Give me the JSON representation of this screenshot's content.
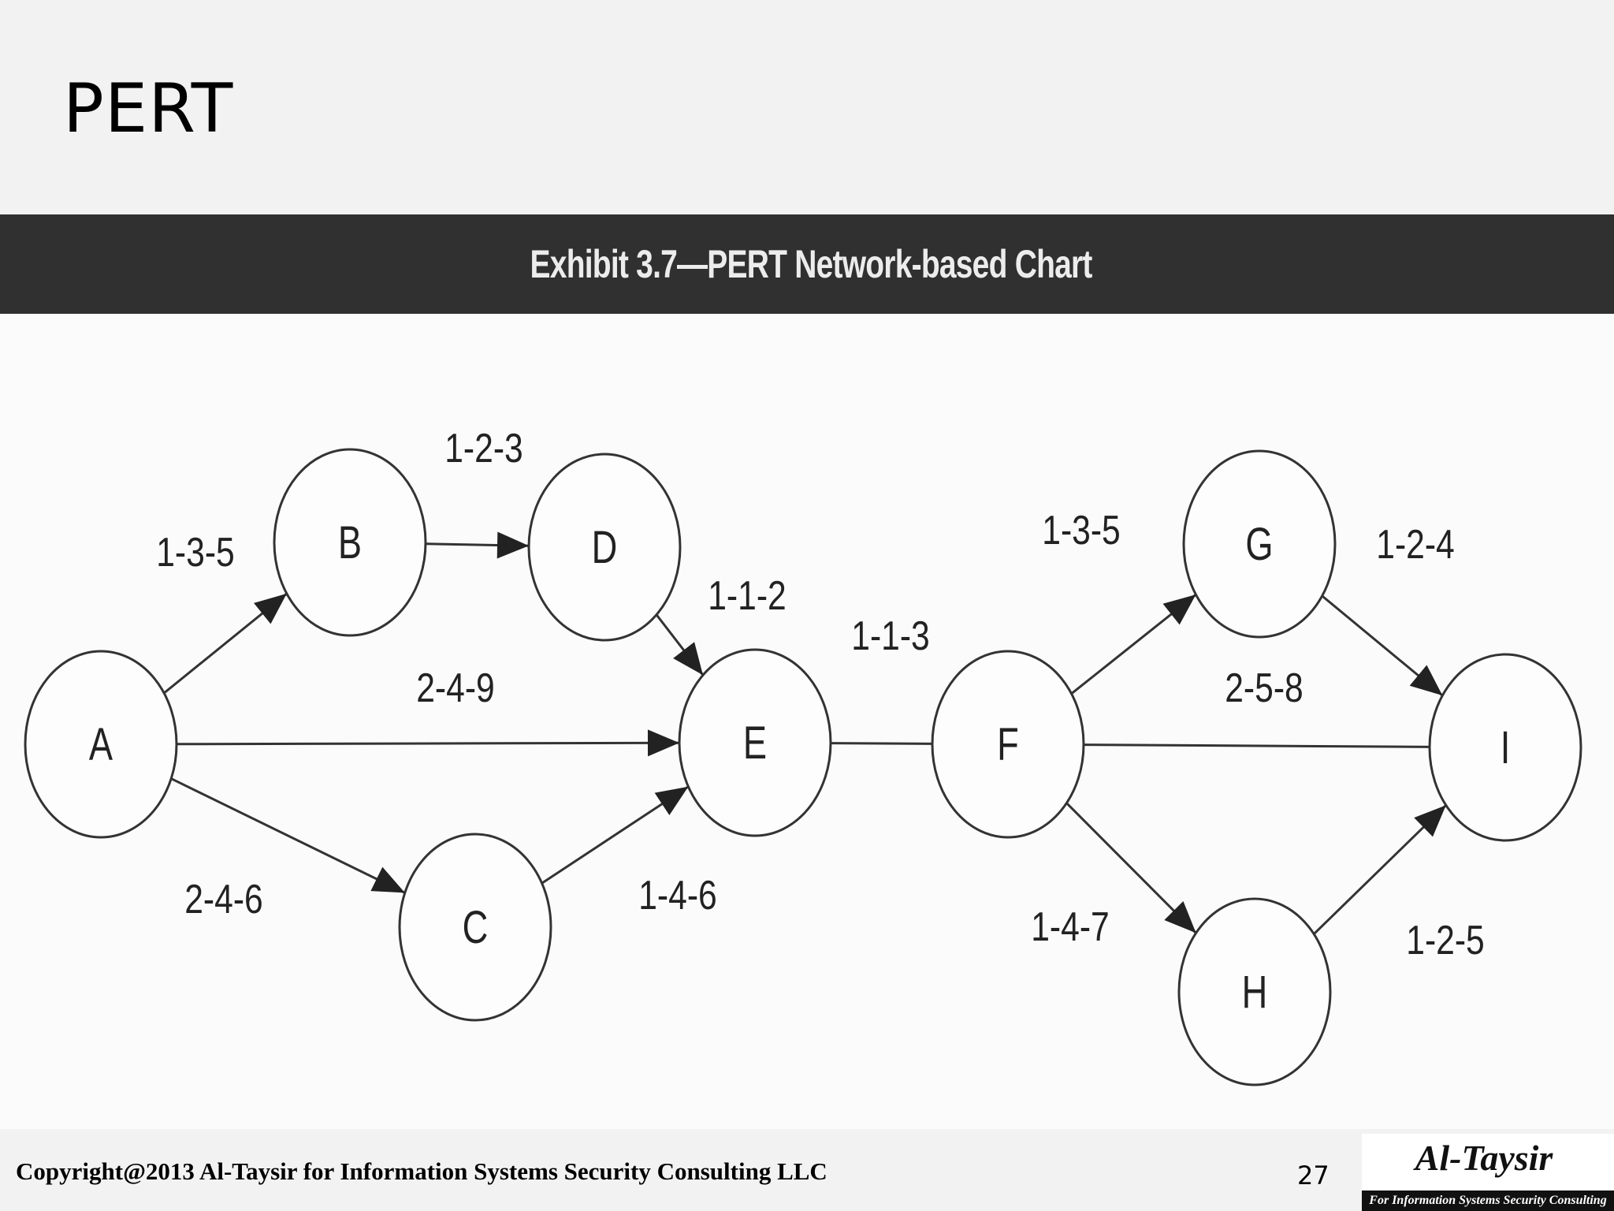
{
  "slide": {
    "title": "PERT",
    "page_number": "27"
  },
  "exhibit": {
    "title": "Exhibit 3.7—PERT Network-based Chart"
  },
  "network": {
    "nodes": [
      "A",
      "B",
      "C",
      "D",
      "E",
      "F",
      "G",
      "H",
      "I"
    ],
    "edges": [
      {
        "from": "A",
        "to": "B",
        "label": "1-3-5",
        "arrow": true
      },
      {
        "from": "B",
        "to": "D",
        "label": "",
        "arrow": true
      },
      {
        "from": "D",
        "to": "E",
        "label": "1-1-2",
        "arrow": true
      },
      {
        "from": "A",
        "to": "E",
        "label": "2-4-9",
        "arrow": true
      },
      {
        "from": "A",
        "to": "C",
        "label": "2-4-6",
        "arrow": true
      },
      {
        "from": "C",
        "to": "E",
        "label": "1-4-6",
        "arrow": true
      },
      {
        "from": "E",
        "to": "F",
        "label": "1-1-3",
        "arrow": false
      },
      {
        "from": "F",
        "to": "G",
        "label": "1-3-5",
        "arrow": true
      },
      {
        "from": "F",
        "to": "I",
        "label": "2-5-8",
        "arrow": false
      },
      {
        "from": "F",
        "to": "H",
        "label": "1-4-7",
        "arrow": true
      },
      {
        "from": "G",
        "to": "I",
        "label": "1-2-4",
        "arrow": true
      },
      {
        "from": "H",
        "to": "I",
        "label": "1-2-5",
        "arrow": true
      }
    ],
    "extra_labels": [
      "1-2-3"
    ]
  },
  "footer": {
    "copyright": "Copyright@2013 Al-Taysir for Information Systems Security Consulting  LLC",
    "logo_name": "Al-Taysir",
    "logo_tagline": "For Information Systems Security Consulting"
  }
}
